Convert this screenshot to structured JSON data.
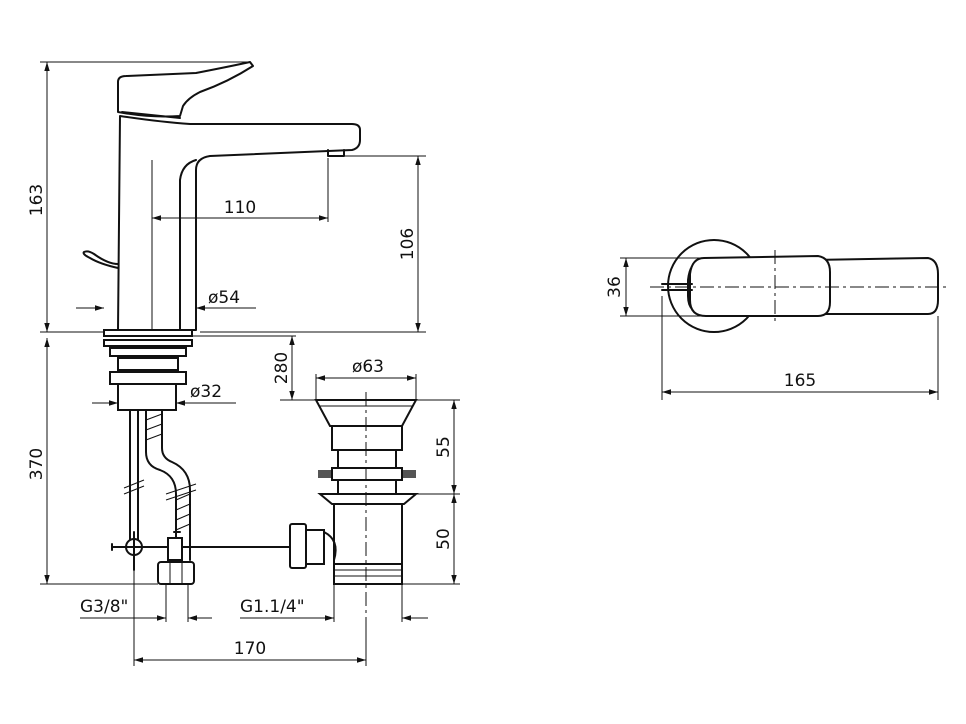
{
  "dimensions": {
    "height_total": "163",
    "spout_reach": "110",
    "spout_height": "106",
    "base_diameter": "ø54",
    "shank_diameter": "ø32",
    "max_deck": "280",
    "waste_diameter": "ø63",
    "waste_upper": "55",
    "waste_lower": "50",
    "hose_length": "370",
    "supply_thread": "G3/8\"",
    "waste_thread": "G1.1/4\"",
    "centers": "170",
    "top_width": "36",
    "top_length": "165"
  },
  "icons": {
    "arrow": "dimension-arrow-icon",
    "valve": "angle-valve-icon"
  }
}
